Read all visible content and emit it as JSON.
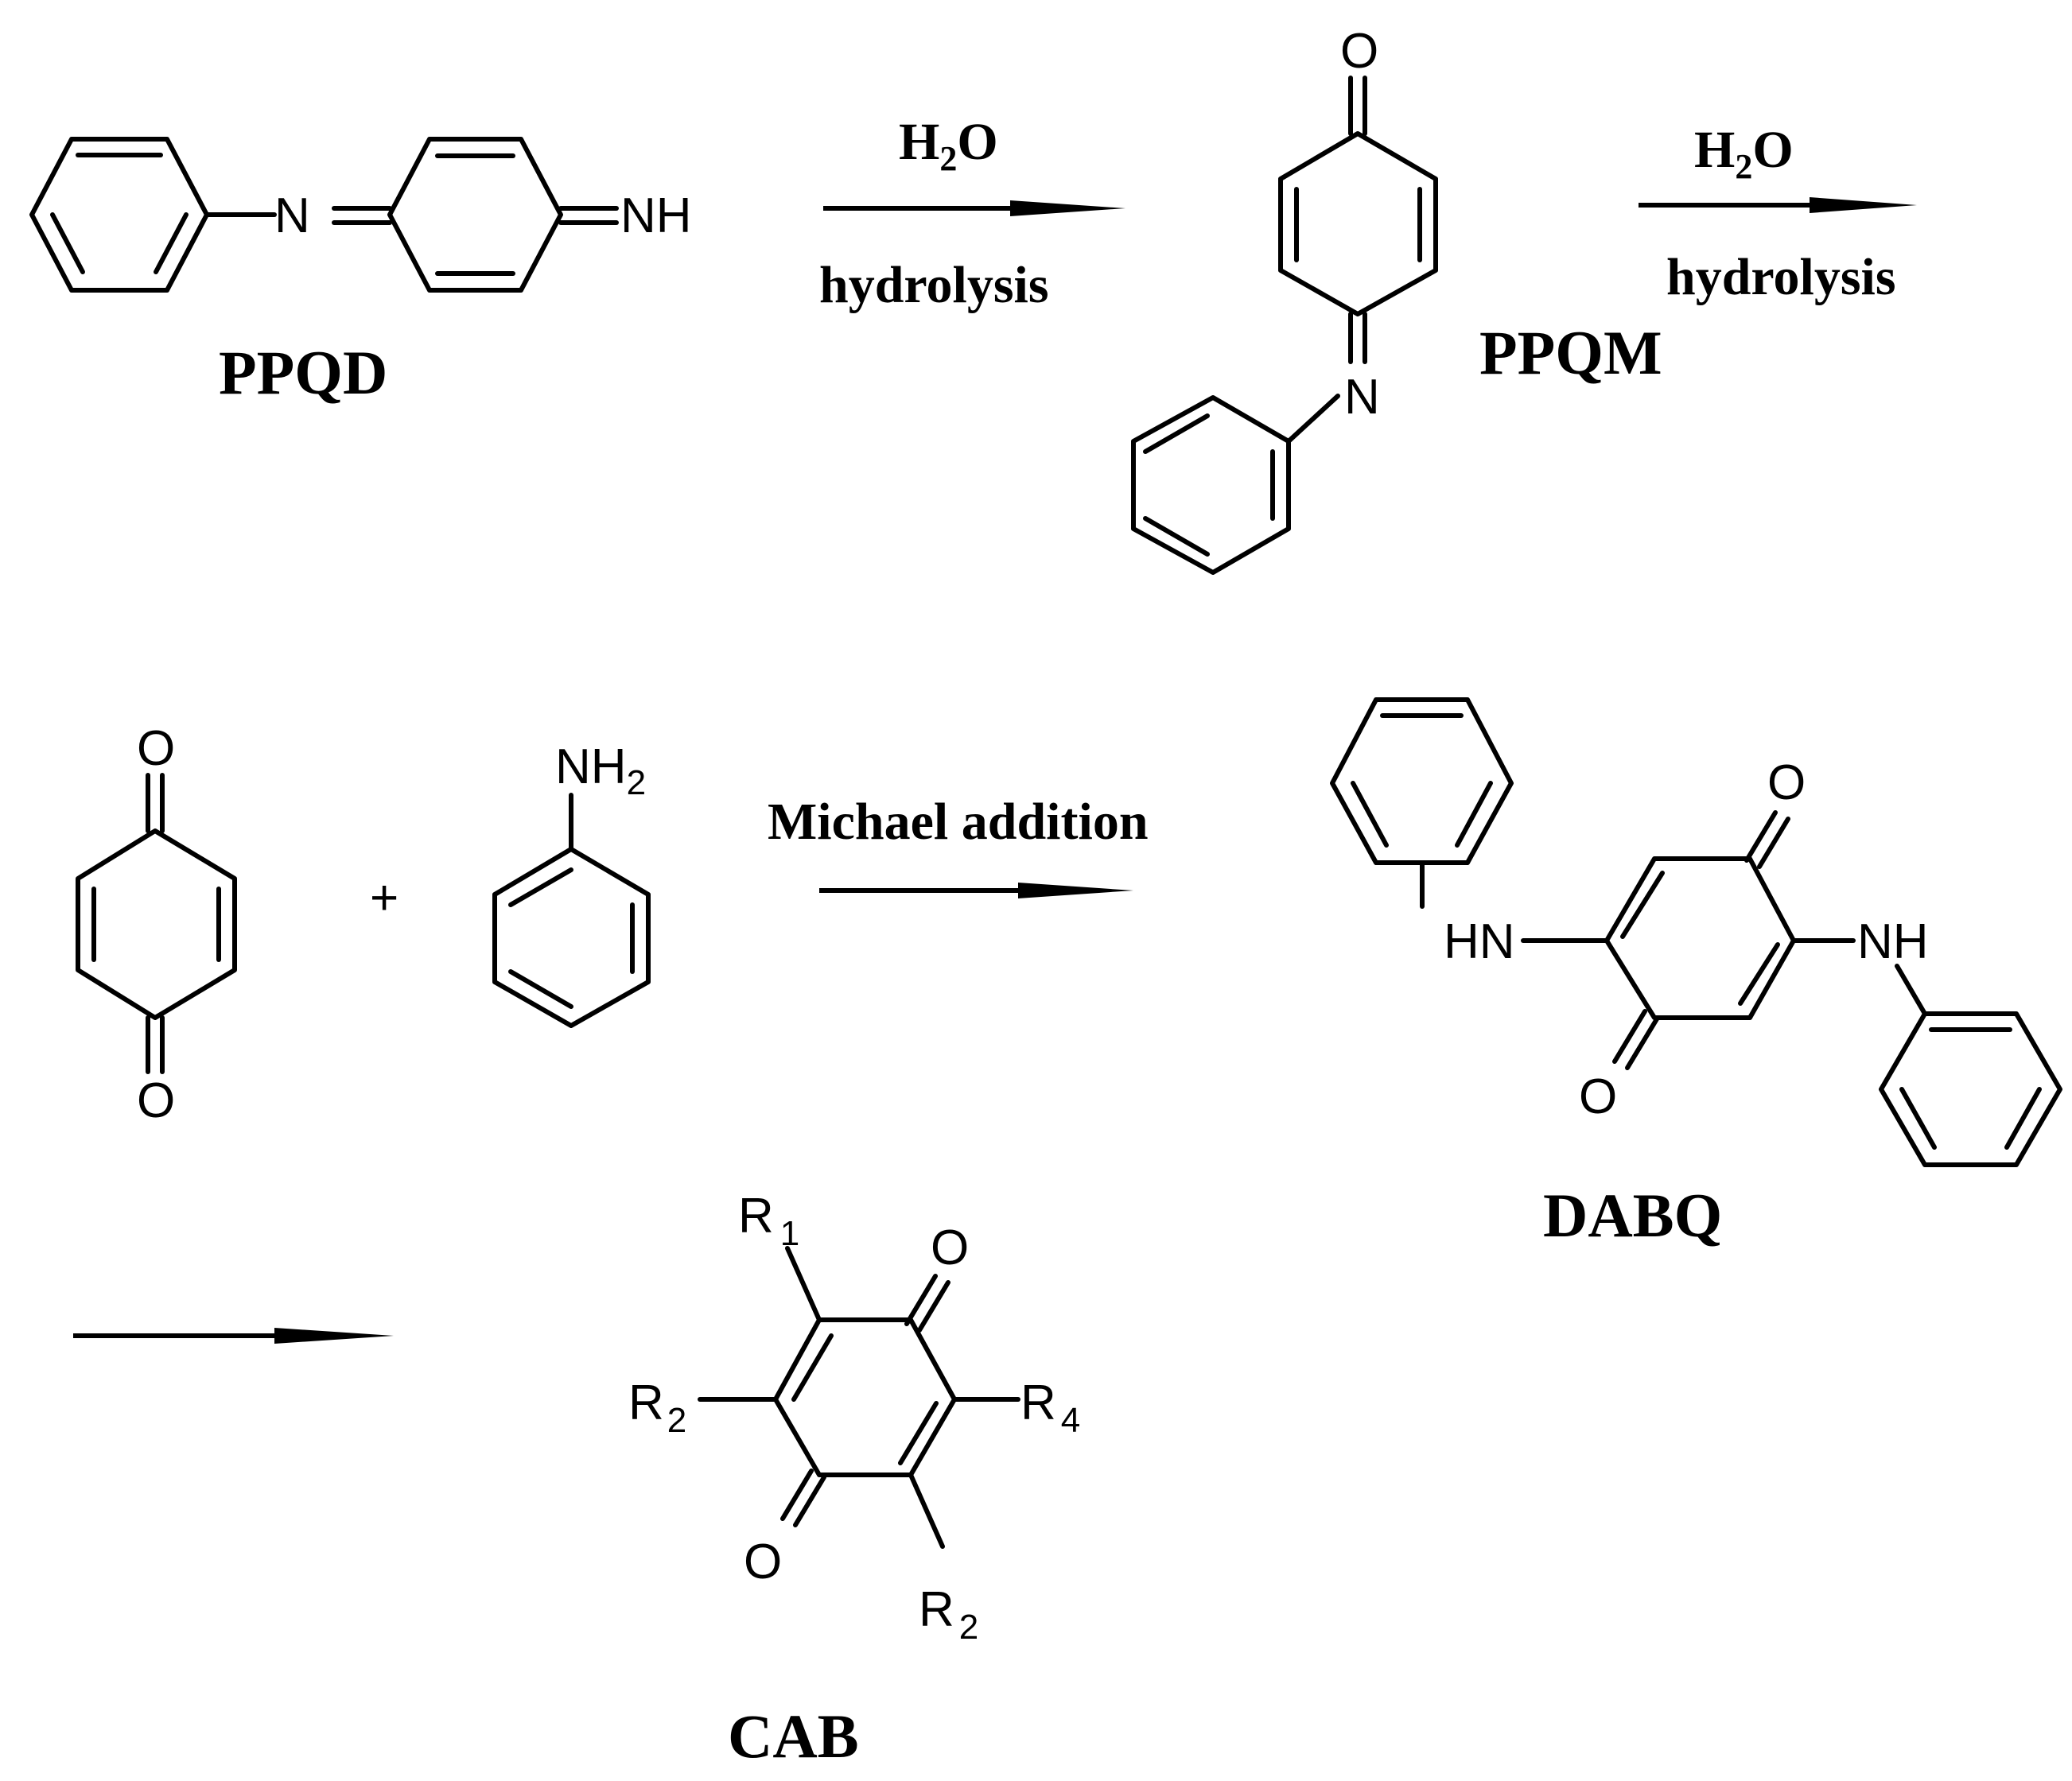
{
  "compounds": {
    "ppqd": {
      "name": "PPQD",
      "atom_n": "N",
      "atom_nh": "NH"
    },
    "ppqm": {
      "name": "PPQM",
      "atom_o": "O",
      "atom_n": "N"
    },
    "benzoquinone": {
      "atom_o_top": "O",
      "atom_o_bottom": "O"
    },
    "aniline": {
      "atom_nh": "NH",
      "sub_nh": "2"
    },
    "dabq": {
      "name": "DABQ",
      "atom_o_top": "O",
      "atom_o_bottom": "O",
      "atom_hn": "HN",
      "atom_nh": "NH"
    },
    "cab": {
      "name": "CAB",
      "atom_o_top": "O",
      "atom_o_bottom": "O",
      "r1": "R",
      "r1_sub": "1",
      "r2": "R",
      "r2_sub": "2",
      "r4": "R",
      "r4_sub": "4",
      "r2b": "R",
      "r2b_sub": "2"
    }
  },
  "reactions": {
    "step1": {
      "reagent": "H",
      "reagent_sub": "2",
      "reagent_tail": "O",
      "label": "hydrolysis"
    },
    "step2": {
      "reagent": "H",
      "reagent_sub": "2",
      "reagent_tail": "O",
      "label": "hydrolysis"
    },
    "step3": {
      "label": "Michael addition"
    },
    "plus": "+"
  }
}
